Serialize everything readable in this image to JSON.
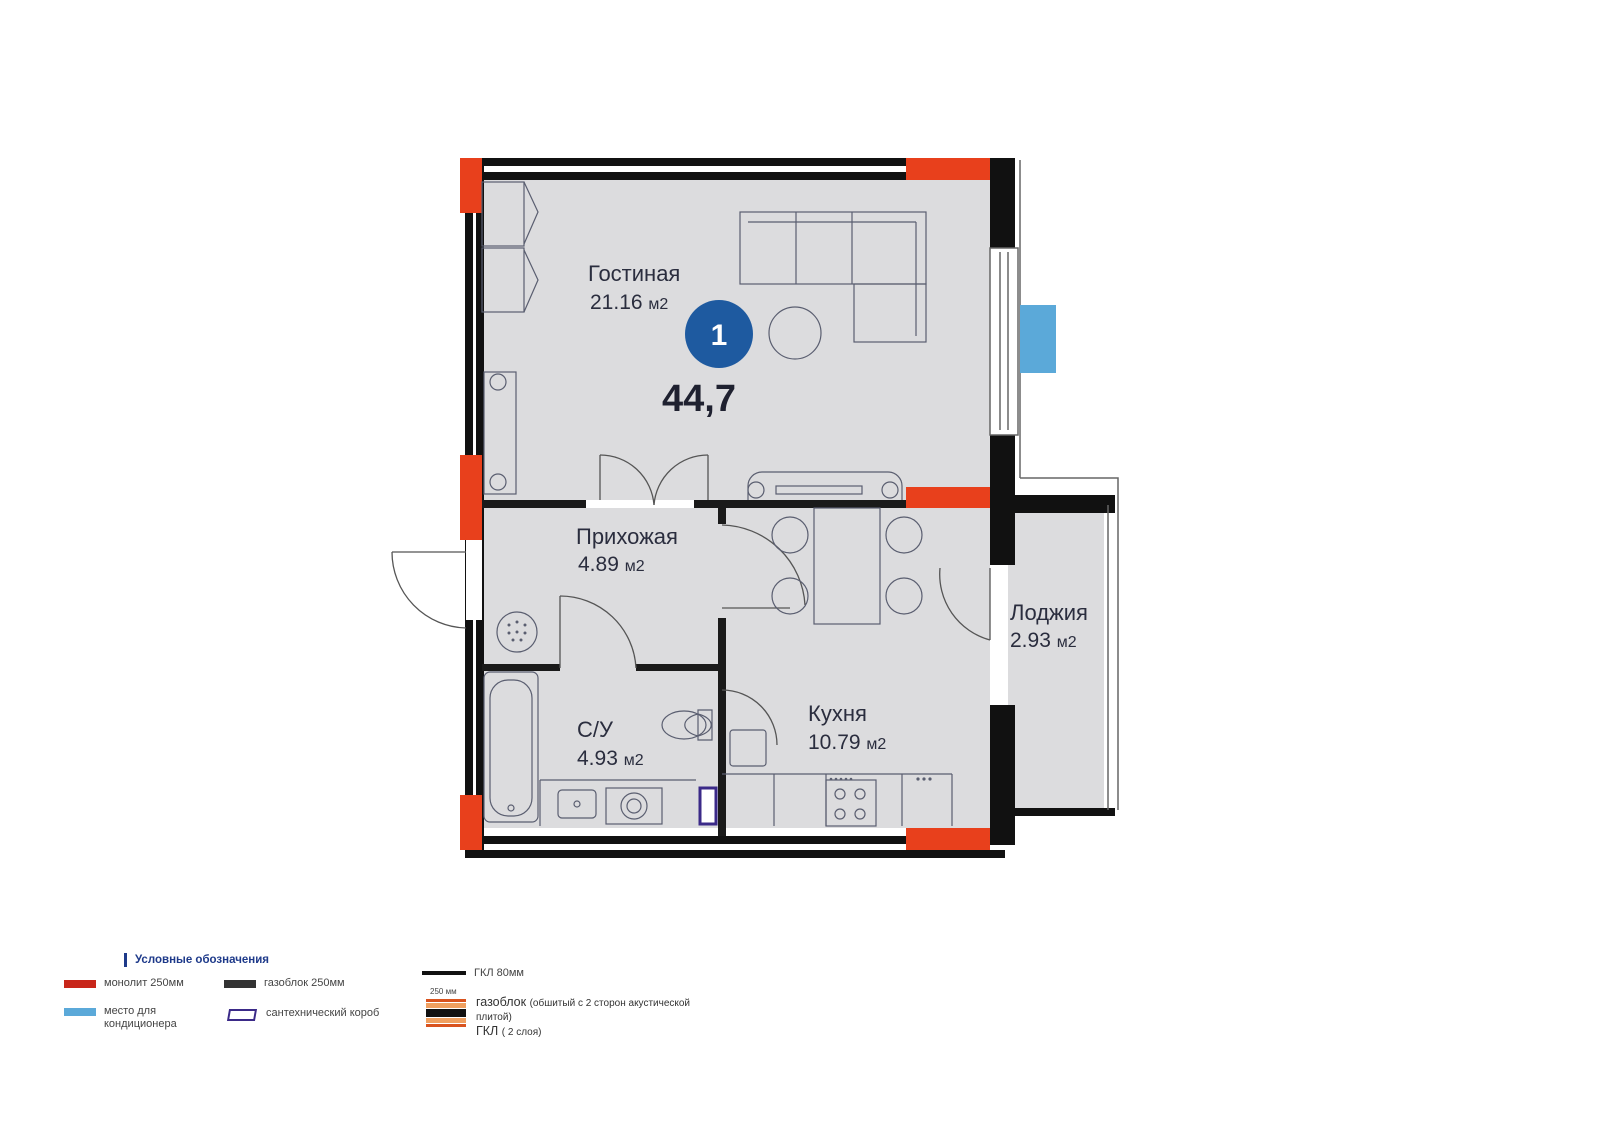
{
  "plan": {
    "apartment_number": "1",
    "total_area": "44,7",
    "unit": "м2",
    "rooms": [
      {
        "id": "living",
        "name": "Гостиная",
        "area": "21.16"
      },
      {
        "id": "hall",
        "name": "Прихожая",
        "area": "4.89"
      },
      {
        "id": "bath",
        "name": "С/У",
        "area": "4.93"
      },
      {
        "id": "kitchen",
        "name": "Кухня",
        "area": "10.79"
      },
      {
        "id": "loggia",
        "name": "Лоджия",
        "area": "2.93"
      }
    ]
  },
  "legend": {
    "title": "Условные обозначения",
    "monolith": "монолит 250мм",
    "gasblock": "газоблок 250мм",
    "gkl": "ГКЛ 80мм",
    "ac_place": "место для кондиционера",
    "plumbing_box": "сантехнический короб",
    "sandwich_dim": "250 мм",
    "sandwich_main": "газоблок",
    "sandwich_note": "(обшитый с 2 сторон акустической плитой)",
    "sandwich_gkl": "ГКЛ",
    "sandwich_gkl_note": "( 2 слоя)"
  },
  "colors": {
    "monolith": "#e8401c",
    "gasblock": "#111111",
    "floor": "#dcdcde",
    "ac": "#5ba9d9",
    "badge": "#1e5aa0",
    "plumbing": "#3b2a88",
    "furniture": "#5a5e70"
  }
}
